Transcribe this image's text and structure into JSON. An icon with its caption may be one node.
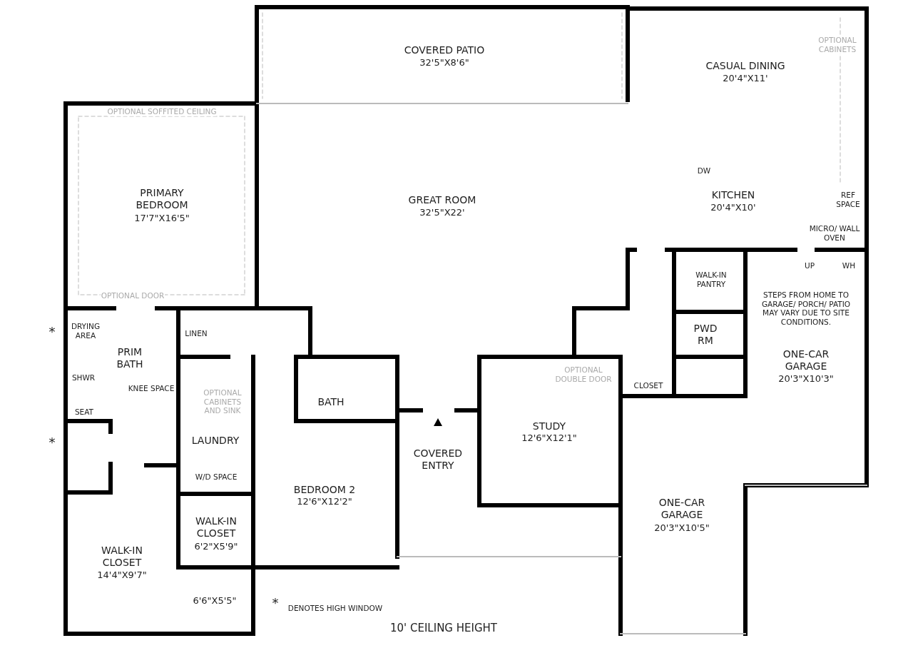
{
  "diagram": {
    "caption": "10' CEILING HEIGHT",
    "labels": [
      "OPTIONAL CABINETS",
      "COVERED PATIO",
      "32'5\"X8'6\"",
      "CASUAL DINING",
      "20'4\"X11'",
      "OPTIONAL SOFFITED CEILING",
      "DW",
      "PRIMARY BEDROOM",
      "17'7\"X16'5\"",
      "GREAT ROOM",
      "32'5\"X22'",
      "KITCHEN",
      "20'4\"X10'",
      "REF SPACE",
      "MICRO/ WALL OVEN",
      "UP",
      "WH",
      "WALK-IN PANTRY",
      "OPTIONAL DOOR",
      "STEPS FROM HOME TO GARAGE/ PORCH/ PATIO MAY VARY DUE TO SITE CONDITIONS.",
      "*",
      "DRYING AREA",
      "LINEN",
      "PWD RM",
      "PRIM BATH",
      "ONE-CAR GARAGE",
      "SHWR",
      "OPTIONAL DOUBLE DOOR",
      "20'3\"X10'3\"",
      "KNEE SPACE",
      "CLOSET",
      "OPTIONAL CABINETS AND SINK",
      "BATH",
      "SEAT",
      "*",
      "LAUNDRY",
      "STUDY",
      "12'6\"X12'1\"",
      "COVERED ENTRY",
      "W/D SPACE",
      "BEDROOM 2",
      "12'6\"X12'2\"",
      "ONE-CAR GARAGE",
      "20'3\"X10'5\"",
      "WALK-IN CLOSET",
      "6'2\"X5'9\"",
      "WALK-IN CLOSET",
      "14'4\"X9'7\"",
      "6'6\"X5'5\"",
      "*",
      "DENOTES HIGH WINDOW"
    ]
  }
}
